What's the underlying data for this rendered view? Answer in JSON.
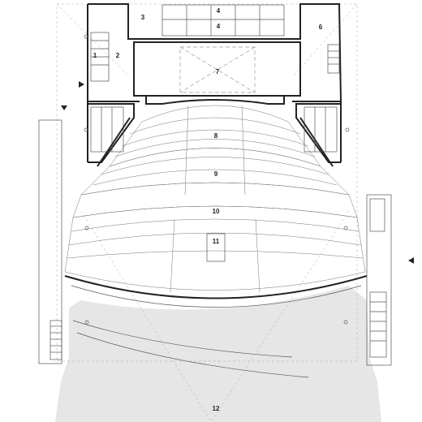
{
  "plan": {
    "rooms": [
      {
        "id": "room-1",
        "label": "1"
      },
      {
        "id": "room-2",
        "label": "2"
      },
      {
        "id": "room-3",
        "label": "3"
      },
      {
        "id": "room-4a",
        "label": "4"
      },
      {
        "id": "room-4b",
        "label": "4"
      },
      {
        "id": "room-6",
        "label": "6"
      },
      {
        "id": "room-7",
        "label": "7"
      },
      {
        "id": "room-8",
        "label": "8"
      },
      {
        "id": "room-9",
        "label": "9"
      },
      {
        "id": "room-10",
        "label": "10"
      },
      {
        "id": "room-11",
        "label": "11"
      },
      {
        "id": "room-12",
        "label": "12"
      }
    ],
    "colors": {
      "wall": "#222222",
      "seating": "#777777",
      "forecourt": "#e6e6e6",
      "background": "#ffffff"
    }
  }
}
